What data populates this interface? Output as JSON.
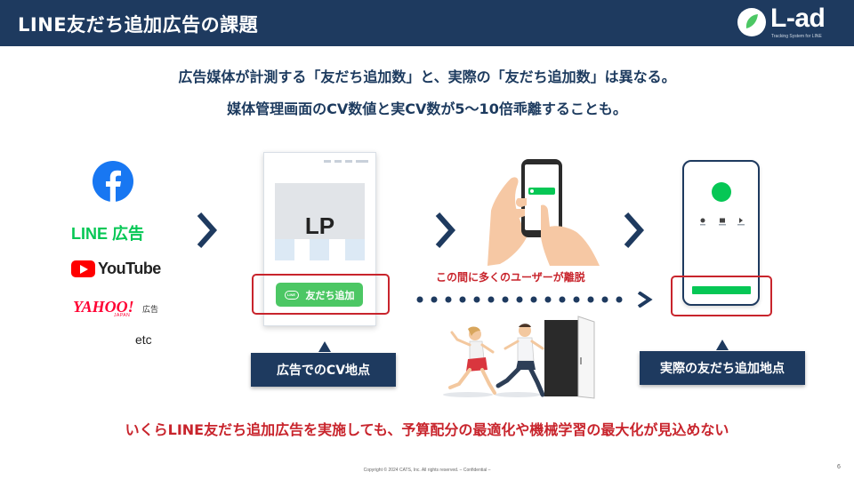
{
  "header": {
    "title": "LINE友だち追加広告の課題",
    "logo_text": "L-ad",
    "logo_sub": "Tracking System for LINE"
  },
  "lead": {
    "line1": "広告媒体が計測する「友だち追加数」と、実際の「友だち追加数」は異なる。",
    "line2": "媒体管理画面のCV数値と実CV数が5〜10倍乖離することも。"
  },
  "media": {
    "line_ad": "LINE 広告",
    "youtube": "YouTube",
    "yahoo": "YAHOO!",
    "yahoo_japan": "JAPAN",
    "yahoo_ad": "広告",
    "etc": "etc"
  },
  "lp": {
    "label": "LP",
    "button_icon": "LINE",
    "button_label": "友だち追加"
  },
  "flow": {
    "churn_text": "この間に多くのユーザーが離脱"
  },
  "captions": {
    "ad_cv": "広告でのCV地点",
    "real_cv": "実際の友だち追加地点"
  },
  "bottom": {
    "message": "いくらLINE友だち追加広告を実施しても、予算配分の最適化や機械学習の最大化が見込めない"
  },
  "footer": {
    "copyright": "Copyright © 2024 CATS, Inc. All rights reserved. – Confidential –",
    "page": "6"
  },
  "colors": {
    "navy": "#1e3a5f",
    "line_green": "#06c755",
    "alert_red": "#c8242c"
  },
  "icons": [
    "facebook-icon",
    "youtube-play-icon",
    "chevron-right-icon",
    "line-logo-icon",
    "hand-phone-icon",
    "running-people-icon",
    "door-icon"
  ]
}
